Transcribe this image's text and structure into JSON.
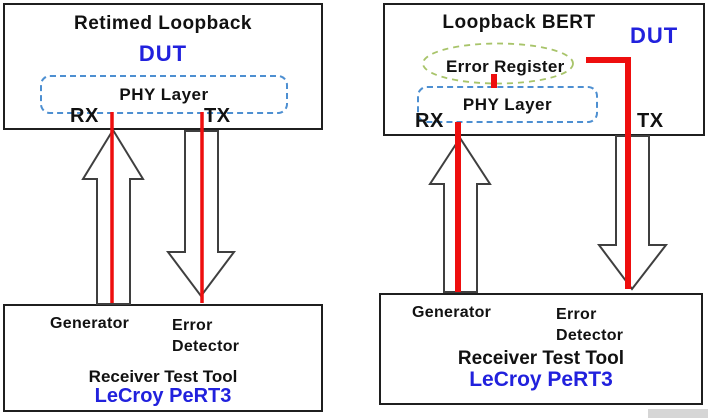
{
  "colors": {
    "box_border": "#1f1f1f",
    "arrow_outline": "#3f3f3f",
    "accent_red": "#ee0e0e",
    "brand_blue": "#2121dd",
    "phy_dash_blue": "#4d8fd1",
    "register_dash_green": "#a8c46a",
    "text_black": "#111111"
  },
  "left_diagram": {
    "dut_box": {
      "title": "Retimed Loopback",
      "dut_label": "DUT",
      "phy_label": "PHY Layer",
      "rx_label": "RX",
      "tx_label": "TX"
    },
    "tester_box": {
      "generator_label": "Generator",
      "error_detector_line1": "Error",
      "error_detector_line2": "Detector",
      "tool_label": "Receiver Test Tool",
      "brand_label": "LeCroy PeRT3"
    }
  },
  "right_diagram": {
    "dut_box": {
      "title": "Loopback BERT",
      "dut_label": "DUT",
      "error_register_label": "Error Register",
      "phy_label": "PHY Layer",
      "rx_label": "RX",
      "tx_label": "TX"
    },
    "tester_box": {
      "generator_label": "Generator",
      "error_detector_line1": "Error",
      "error_detector_line2": "Detector",
      "tool_label": "Receiver Test Tool",
      "brand_label": "LeCroy PeRT3"
    }
  }
}
